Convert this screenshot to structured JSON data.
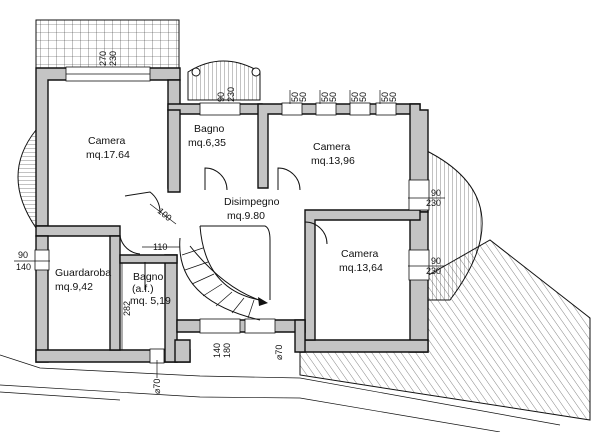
{
  "rooms": {
    "camera_nw": {
      "name": "Camera",
      "area": "mq.17.64"
    },
    "bagno_top": {
      "name": "Bagno",
      "area": "mq.6,35"
    },
    "camera_ne": {
      "name": "Camera",
      "area": "mq.13,96"
    },
    "disimpegno": {
      "name": "Disimpegno",
      "area": "mq.9.80"
    },
    "camera_se": {
      "name": "Camera",
      "area": "mq.13,64"
    },
    "guardaroba": {
      "name": "Guardaroba",
      "area": "mq.9,42"
    },
    "bagno_af": {
      "name": "Bagno",
      "sub": "(a.f.)",
      "area": "mq. 5,19"
    }
  },
  "dimensions": {
    "top_window_a": "270",
    "top_window_b": "230",
    "bagno_window_a": "90",
    "bagno_window_b": "230",
    "camera_ne_windows": [
      "50",
      "50",
      "50",
      "50",
      "50",
      "50",
      "50",
      "50"
    ],
    "east_window_1a": "90",
    "east_window_1b": "230",
    "east_window_2a": "90",
    "east_window_2b": "230",
    "west_window_a": "90",
    "west_window_b": "140",
    "door_100": "100",
    "door_110": "110",
    "height_282": "282",
    "bottom_window_a": "140",
    "bottom_window_b": "180",
    "diameter_70a": "⌀70",
    "diameter_70b": "⌀70"
  }
}
